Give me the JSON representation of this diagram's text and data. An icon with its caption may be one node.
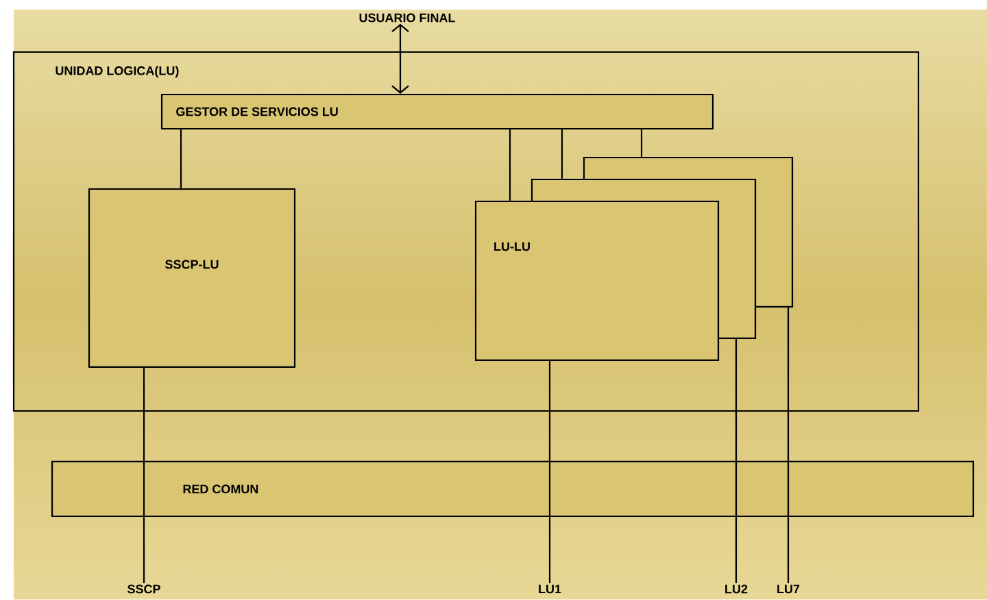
{
  "diagram": {
    "nodes": [
      {
        "text": [
          "UNIDAD LOGICA(LU)"
        ]
      },
      {
        "text": [
          "USUARIO FINAL"
        ]
      },
      {
        "text": [
          "GESTOR DE SERVICIOS LU"
        ],
        "in": 0
      },
      {
        "text": [
          "SSCP-LU"
        ],
        "in": 0
      },
      {
        "text": [
          "LU-LU"
        ],
        "in": 0
      },
      {
        "text": [],
        "shape": "box",
        "in": 0
      },
      {
        "text": [],
        "shape": "box",
        "in": 0
      },
      {
        "text": [
          "RED COMUN"
        ]
      },
      {
        "text": [
          "SSCP"
        ]
      },
      {
        "text": [
          "LU1"
        ]
      },
      {
        "text": [
          "LU2"
        ]
      },
      {
        "text": [
          "LU7"
        ]
      }
    ],
    "edges": [
      {
        "from": 1,
        "to": 2,
        "arrow": "both"
      },
      {
        "from": 2,
        "to": 3,
        "arrow": "none"
      },
      {
        "from": 2,
        "to": 4,
        "arrow": "none"
      },
      {
        "from": 2,
        "to": 5,
        "arrow": "none"
      },
      {
        "from": 2,
        "to": 6,
        "arrow": "none"
      },
      {
        "from": 3,
        "to": 7,
        "arrow": "none"
      },
      {
        "from": 4,
        "to": 7,
        "arrow": "none"
      },
      {
        "from": 5,
        "to": 7,
        "arrow": "none"
      },
      {
        "from": 6,
        "to": 7,
        "arrow": "none"
      },
      {
        "from": 7,
        "to": 8,
        "arrow": "none"
      },
      {
        "from": 7,
        "to": 9,
        "arrow": "none"
      },
      {
        "from": 7,
        "to": 10,
        "arrow": "none"
      },
      {
        "from": 7,
        "to": 11,
        "arrow": "none"
      }
    ]
  }
}
